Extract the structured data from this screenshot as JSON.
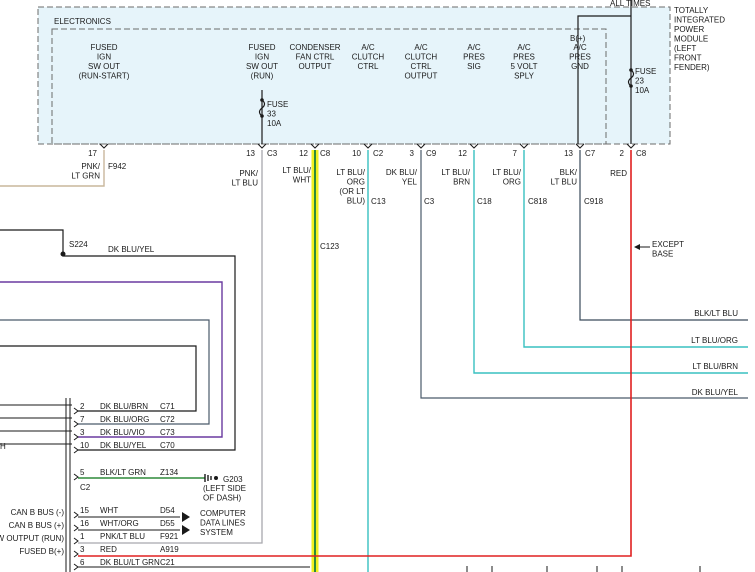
{
  "colors": {
    "module_fill": "#e6f4fa",
    "module_border": "#6b6b6b",
    "black": "#1a1a1a",
    "tan": "#c9b79c",
    "gray": "#a8a8ae",
    "green": "#2f8a3a",
    "yellow": "#f0f020",
    "teal": "#38c0c0",
    "dkgray": "#4a5a6a",
    "red": "#e02020",
    "purple": "#6a3aa0",
    "dkblue": "#3a4a5a"
  },
  "module": {
    "title": "TOTALLY\nINTEGRATED\nPOWER\nMODULE\n(LEFT\nFRONT\nFENDER)",
    "section": "ELECTRONICS",
    "all_times": "ALL TIMES",
    "bplus": "B(+)",
    "fuse23": "FUSE\n23\n10A",
    "fuse33": "FUSE\n33\n10A"
  },
  "terminals": [
    {
      "label": "FUSED\nIGN\nSW OUT\n(RUN-START)",
      "pin": "17",
      "conn": ""
    },
    {
      "label": "FUSED\nIGN\nSW OUT\n(RUN)",
      "pin": "13",
      "conn": "C3"
    },
    {
      "label": "CONDENSER\nFAN CTRL\nOUTPUT",
      "pin": "12",
      "conn": "C8"
    },
    {
      "label": "A/C\nCLUTCH\nCTRL",
      "pin": "10",
      "conn": "C2"
    },
    {
      "label": "A/C\nCLUTCH\nCTRL\nOUTPUT",
      "pin": "3",
      "conn": "C9"
    },
    {
      "label": "A/C\nPRES\nSIG",
      "pin": "12",
      "conn": ""
    },
    {
      "label": "A/C\nPRES\n5 VOLT\nSPLY",
      "pin": "7",
      "conn": ""
    },
    {
      "label": "A/C\nPRES\nGND",
      "pin": "13",
      "conn": "C7"
    },
    {
      "label": "",
      "pin": "2",
      "conn": "C8"
    }
  ],
  "wires": [
    {
      "color": "PNK/\nLT GRN",
      "circuit": "F942"
    },
    {
      "color": "PNK/\nLT BLU",
      "circuit": ""
    },
    {
      "color": "LT BLU/\nWHT",
      "circuit": "C123"
    },
    {
      "color": "LT BLU/\nORG\n(OR LT\nBLU)",
      "circuit": "C13"
    },
    {
      "color": "DK BLU/\nYEL",
      "circuit": "C3"
    },
    {
      "color": "LT BLU/\nBRN",
      "circuit": "C18"
    },
    {
      "color": "LT BLU/\nORG",
      "circuit": "C818"
    },
    {
      "color": "BLK/\nLT BLU",
      "circuit": "C918"
    },
    {
      "color": "RED",
      "circuit": ""
    }
  ],
  "except_base": "EXCEPT\nBASE",
  "splice": {
    "name": "S224",
    "wire": "DK BLU/YEL"
  },
  "right_labels": [
    "BLK/LT BLU",
    "LT BLU/ORG",
    "LT BLU/BRN",
    "DK BLU/YEL"
  ],
  "connector_rows": [
    {
      "pin": "2",
      "color": "DK BLU/BRN",
      "circuit": "C71"
    },
    {
      "pin": "7",
      "color": "DK BLU/ORG",
      "circuit": "C72"
    },
    {
      "pin": "3",
      "color": "DK BLU/VIO",
      "circuit": "C73"
    },
    {
      "pin": "10",
      "color": "DK BLU/YEL",
      "circuit": "C70"
    },
    {
      "pin": "5",
      "color": "BLK/LT GRN",
      "circuit": "Z134"
    }
  ],
  "c2": "C2",
  "ground": {
    "name": "G203",
    "note": "(LEFT SIDE\nOF DASH)"
  },
  "h_fragment": "H",
  "lower_rows": [
    {
      "left": "CAN B BUS (-)",
      "pin": "15",
      "color": "WHT",
      "circuit": "D54"
    },
    {
      "left": "CAN B BUS (+)",
      "pin": "16",
      "color": "WHT/ORG",
      "circuit": "D55"
    },
    {
      "left": "W OUTPUT (RUN)",
      "pin": "1",
      "color": "PNK/LT BLU",
      "circuit": "F921"
    },
    {
      "left": "FUSED B(+)",
      "pin": "3",
      "color": "RED",
      "circuit": "A919"
    },
    {
      "left": "",
      "pin": "6",
      "color": "DK BLU/LT GRN",
      "circuit": "C21"
    }
  ],
  "computer_label": "COMPUTER\nDATA LINES\nSYSTEM"
}
